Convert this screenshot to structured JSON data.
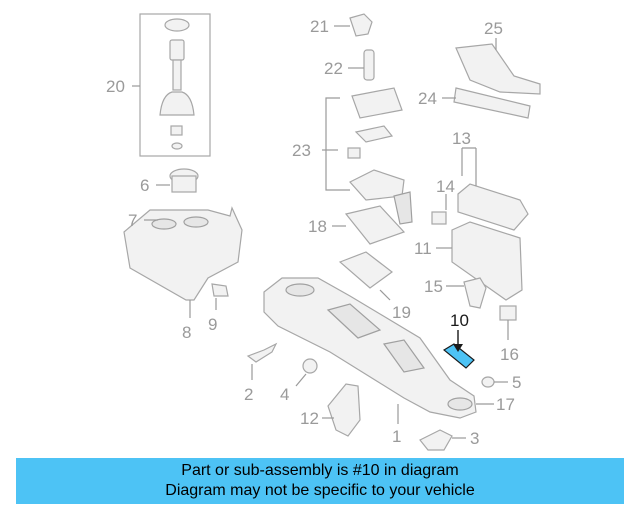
{
  "colors": {
    "banner_bg": "#4dc3f5",
    "highlight_fill": "#4dc3f5",
    "part_line": "#a7a7a7",
    "callout_text": "#9a9a9a",
    "highlight_text": "#1a1a1a"
  },
  "diagram": {
    "highlighted_part": "10",
    "callouts": [
      "1",
      "2",
      "3",
      "4",
      "5",
      "6",
      "7",
      "8",
      "9",
      "10",
      "11",
      "12",
      "13",
      "14",
      "15",
      "16",
      "17",
      "18",
      "19",
      "20",
      "21",
      "22",
      "23",
      "24",
      "25"
    ]
  },
  "banner": {
    "line1": "Part or sub-assembly is #10 in diagram",
    "line2": "Diagram may not be specific to your vehicle"
  }
}
